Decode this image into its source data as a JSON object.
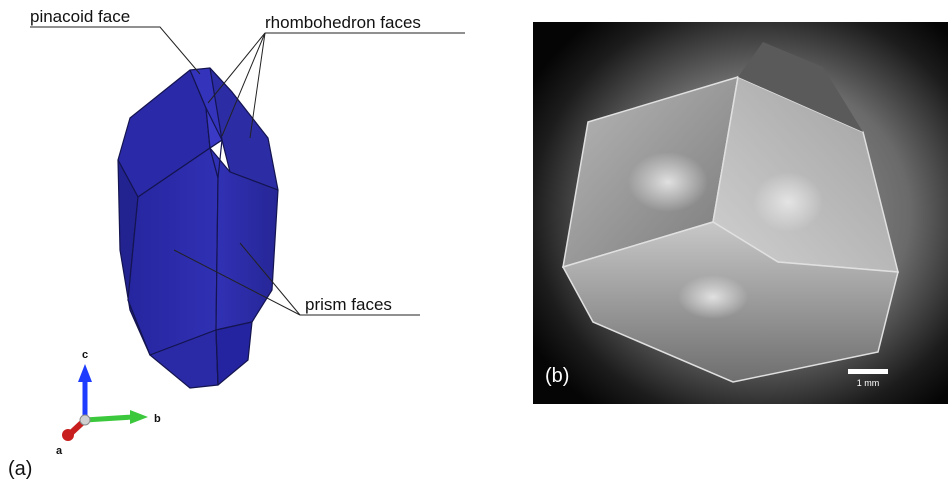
{
  "panel_a": {
    "panel_label": "(a)",
    "labels": {
      "pinacoid": "pinacoid face",
      "rhombohedron": "rhombohedron faces",
      "prism": "prism faces"
    },
    "axes": {
      "c": "c",
      "b": "b",
      "a": "a"
    },
    "colors": {
      "crystal_fill": "#2a2aa6",
      "crystal_edge": "#101040",
      "axis_c": "#1e3cff",
      "axis_b": "#3cc83c",
      "axis_a": "#c81e1e"
    }
  },
  "panel_b": {
    "panel_label": "(b)",
    "scale_bar_label": "1 mm"
  }
}
